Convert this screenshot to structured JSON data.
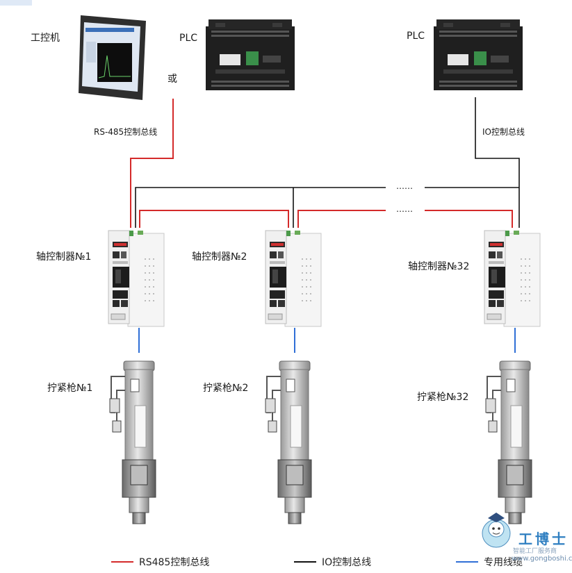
{
  "devices": {
    "ipc_label": "工控机",
    "plc_left_label": "PLC",
    "plc_right_label": "PLC",
    "or_label": "或"
  },
  "buses": {
    "rs485_label": "RS-485控制总线",
    "io_label": "IO控制总线",
    "ellipsis_top": "……",
    "ellipsis_bottom": "……"
  },
  "controllers": [
    {
      "label": "轴控制器№1"
    },
    {
      "label": "轴控制器№2"
    },
    {
      "label": "轴控制器№32"
    }
  ],
  "tools": [
    {
      "label": "拧紧枪№1"
    },
    {
      "label": "拧紧枪№2"
    },
    {
      "label": "拧紧枪№32"
    }
  ],
  "legend": [
    {
      "text": "RS485控制总线",
      "color": "#d42a2a"
    },
    {
      "text": "IO控制总线",
      "color": "#111111"
    },
    {
      "text": "专用线缆",
      "color": "#2f6fd6"
    }
  ],
  "watermark": {
    "title": "工博士",
    "subtitle": "智能工厂服务商",
    "url": "www.gongboshi.com"
  },
  "colors": {
    "rs485": "#d42a2a",
    "io": "#111111",
    "cable": "#2f6fd6",
    "device_dark": "#2b2b2b",
    "device_light": "#f2f2f2"
  }
}
